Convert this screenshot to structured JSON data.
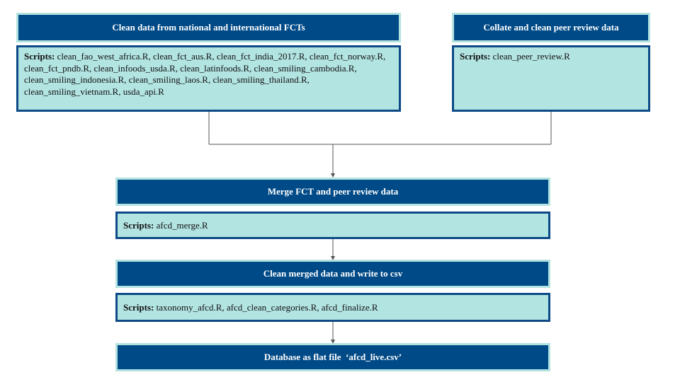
{
  "colors": {
    "header_fill": "#004a87",
    "header_border": "#b3e3e0",
    "body_fill": "#b2e4e2",
    "body_border": "#0d4a86",
    "connector": "#555555"
  },
  "boxes": {
    "fct": {
      "title": "Clean data from national and international FCTs",
      "scripts_label": "Scripts:",
      "scripts": "clean_fao_west_africa.R, clean_fct_aus.R, clean_fct_india_2017.R, clean_fct_norway.R, clean_fct_pndb.R, clean_infoods_usda.R, clean_latinfoods.R, clean_smiling_cambodia.R, clean_smiling_indonesia.R, clean_smiling_laos.R, clean_smiling_thailand.R, clean_smiling_vietnam.R, usda_api.R"
    },
    "peer": {
      "title": "Collate and clean peer review data",
      "scripts_label": "Scripts:",
      "scripts": "clean_peer_review.R"
    },
    "merge": {
      "title": "Merge FCT and peer review data",
      "scripts_label": "Scripts:",
      "scripts": "afcd_merge.R"
    },
    "clean": {
      "title": "Clean merged data and write to csv",
      "scripts_label": "Scripts:",
      "scripts": "taxonomy_afcd.R, afcd_clean_categories.R, afcd_finalize.R"
    },
    "db": {
      "title": "Database as flat file  ‘afcd_live.csv’"
    }
  }
}
